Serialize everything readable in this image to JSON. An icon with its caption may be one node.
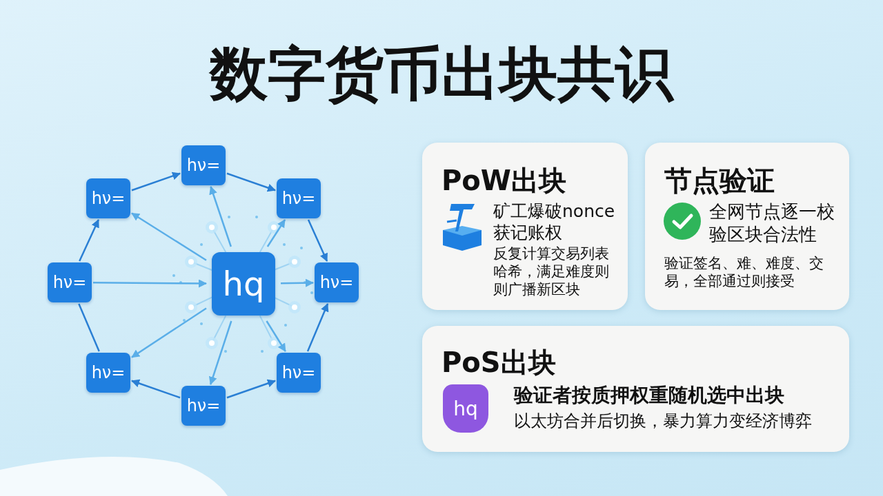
{
  "diagram": {
    "title": "数字货币出块共识",
    "nodes": [
      {
        "text": [
          "hq"
        ]
      },
      {
        "text": [
          "hν="
        ]
      },
      {
        "text": [
          "hν="
        ]
      },
      {
        "text": [
          "hν="
        ]
      },
      {
        "text": [
          "hν="
        ]
      },
      {
        "text": [
          "hν="
        ]
      },
      {
        "text": [
          "hν="
        ]
      },
      {
        "text": [
          "hν="
        ]
      },
      {
        "text": [
          "hν="
        ]
      },
      {
        "text": [
          "PoW出块",
          "矿工爆破nonce获记账权",
          "反复计算交易列表哈希，满足难度则则广播新区块"
        ]
      },
      {
        "text": [
          "节点验证",
          "全网节点逐一校验区块合法性",
          "验证签名、难、难度、交易，全部通过则接受"
        ]
      },
      {
        "text": [
          "PoS出块",
          "验证者按质押权重随机选中出块",
          "以太坊合并后切换，暴力算力变经济博弈"
        ]
      },
      {
        "text": [
          "hq"
        ],
        "in": 11
      }
    ],
    "edges": [
      {
        "from": 0,
        "to": 1,
        "arrow": "to",
        "color": "#5aaee8"
      },
      {
        "from": 0,
        "to": 2,
        "arrow": "to",
        "color": "#5aaee8"
      },
      {
        "from": 0,
        "to": 3,
        "arrow": "to",
        "color": "#5aaee8"
      },
      {
        "from": 0,
        "to": 4,
        "arrow": "to",
        "color": "#5aaee8"
      },
      {
        "from": 0,
        "to": 5,
        "arrow": "to",
        "color": "#5aaee8"
      },
      {
        "from": 0,
        "to": 6,
        "arrow": "to",
        "color": "#5aaee8"
      },
      {
        "from": 7,
        "to": 0,
        "arrow": "to",
        "color": "#5aaee8"
      },
      {
        "from": 0,
        "to": 8,
        "arrow": "to",
        "color": "#5aaee8"
      },
      {
        "from": 8,
        "to": 1,
        "arrow": "to"
      },
      {
        "from": 1,
        "to": 2,
        "arrow": "to"
      },
      {
        "from": 2,
        "to": 3,
        "arrow": "to"
      },
      {
        "from": 4,
        "to": 3,
        "arrow": "to"
      },
      {
        "from": 5,
        "to": 4,
        "arrow": "to"
      },
      {
        "from": 5,
        "to": 6,
        "arrow": "to"
      },
      {
        "from": 6,
        "to": 7,
        "arrow": "none"
      },
      {
        "from": 7,
        "to": 8,
        "arrow": "to"
      }
    ]
  }
}
